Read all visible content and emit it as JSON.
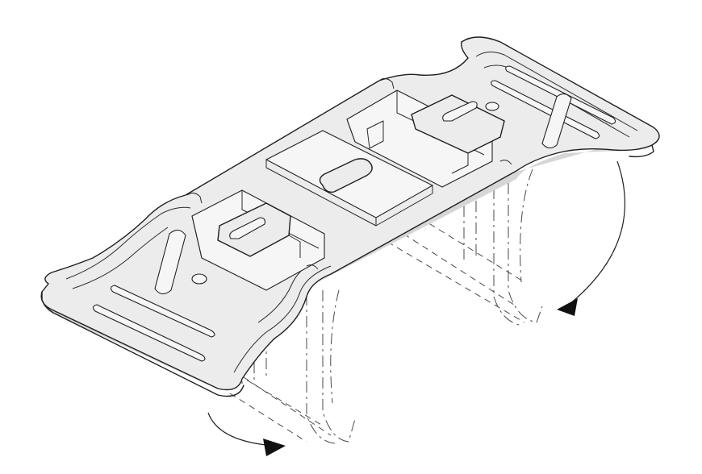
{
  "diagram": {
    "kind": "isometric line drawing",
    "line_color": "#1e1e1e",
    "fill_color": "#ececec",
    "background": "#ffffff",
    "icons": [
      "rotation-arrow-right",
      "rotation-arrow-left"
    ]
  }
}
